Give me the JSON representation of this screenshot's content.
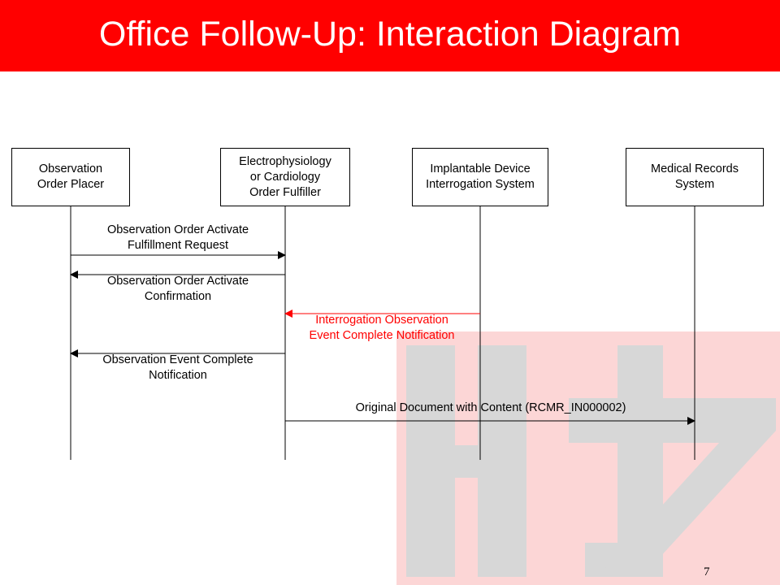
{
  "slide": {
    "title": "Office Follow-Up: Interaction Diagram",
    "page_number": "7"
  },
  "colors": {
    "title_bar": "#ff0000",
    "title_text": "#ffffff",
    "highlight_message": "#ff0000",
    "watermark_fill": "#fcd6d6",
    "watermark_letters": "#d7d7d7"
  },
  "diagram": {
    "actors": [
      {
        "label": "Observation\nOrder Placer"
      },
      {
        "label": "Electrophysiology\nor Cardiology\nOrder Fulfiller"
      },
      {
        "label": "Implantable Device\nInterrogation System"
      },
      {
        "label": "Medical Records\nSystem"
      }
    ],
    "messages": [
      {
        "label": "Observation Order Activate\nFulfillment Request",
        "from": "Observation Order Placer",
        "to": "Electrophysiology or Cardiology Order Fulfiller",
        "highlighted": false
      },
      {
        "label": "Observation Order Activate\nConfirmation",
        "from": "Electrophysiology or Cardiology Order Fulfiller",
        "to": "Observation Order Placer",
        "highlighted": false
      },
      {
        "label": "Interrogation Observation\nEvent Complete Notification",
        "from": "Implantable Device Interrogation System",
        "to": "Electrophysiology or Cardiology Order Fulfiller",
        "highlighted": true
      },
      {
        "label": "Observation Event Complete\nNotification",
        "from": "Electrophysiology or Cardiology Order Fulfiller",
        "to": "Observation Order Placer",
        "highlighted": false
      },
      {
        "label": "Original Document with Content (RCMR_IN000002)",
        "from": "Electrophysiology or Cardiology Order Fulfiller",
        "to": "Medical Records System",
        "highlighted": false
      }
    ]
  }
}
